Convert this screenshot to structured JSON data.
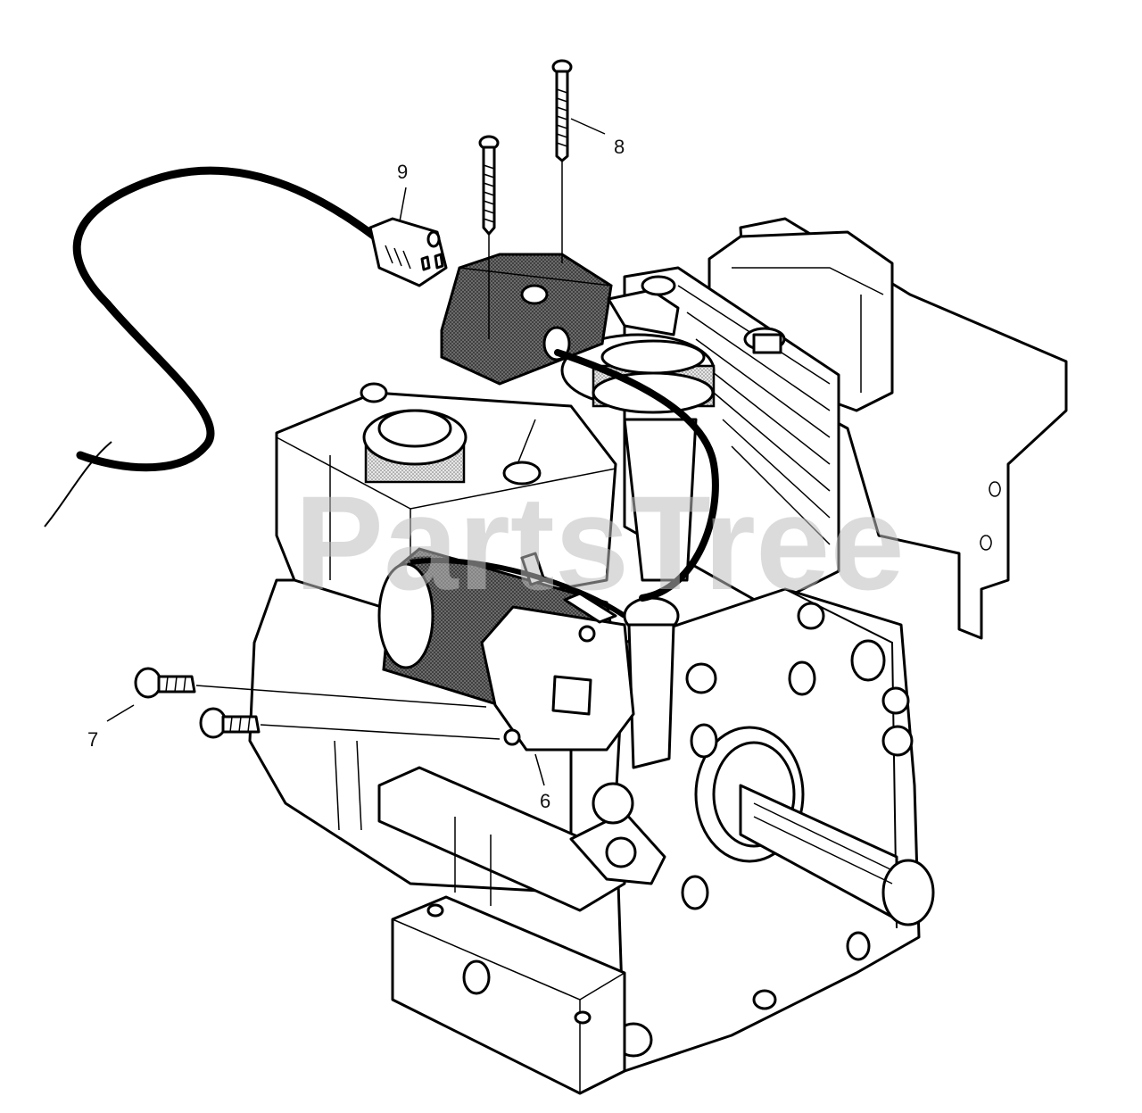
{
  "watermark": {
    "text": "PartsTree"
  },
  "callouts": [
    {
      "id": "6",
      "text": "6"
    },
    {
      "id": "7",
      "text": "7"
    },
    {
      "id": "8",
      "text": "8"
    },
    {
      "id": "9",
      "text": "9"
    }
  ],
  "colors": {
    "line": "#000000",
    "background": "#ffffff",
    "watermark": "#bdbdbd",
    "shading": "#6e6e6e"
  }
}
